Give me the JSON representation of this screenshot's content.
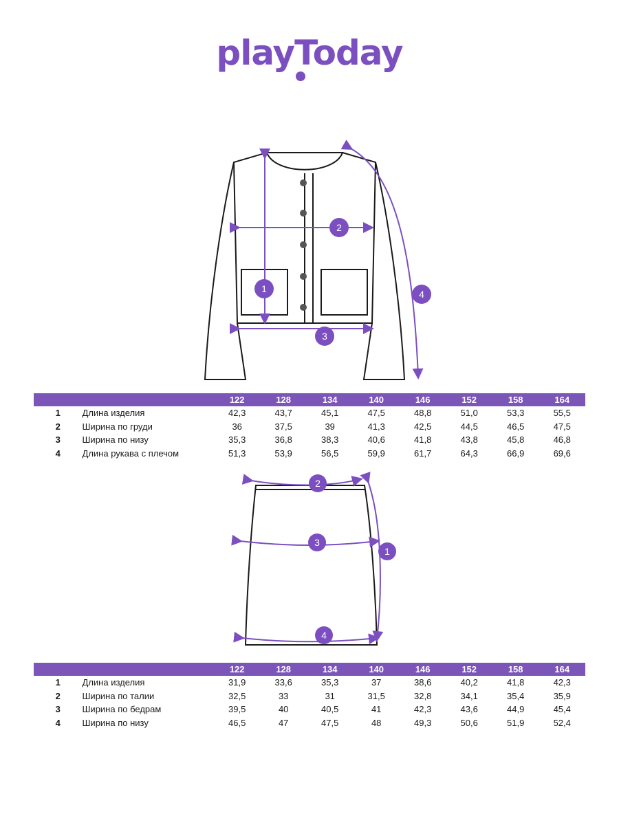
{
  "brand": {
    "logo_text": "playToday",
    "color": "#7b4fc0"
  },
  "tables": {
    "jacket": {
      "sizes": [
        "122",
        "128",
        "134",
        "140",
        "146",
        "152",
        "158",
        "164"
      ],
      "rows": [
        {
          "num": "1",
          "name": "Длина изделия",
          "values": [
            "42,3",
            "43,7",
            "45,1",
            "47,5",
            "48,8",
            "51,0",
            "53,3",
            "55,5"
          ]
        },
        {
          "num": "2",
          "name": "Ширина по груди",
          "values": [
            "36",
            "37,5",
            "39",
            "41,3",
            "42,5",
            "44,5",
            "46,5",
            "47,5"
          ]
        },
        {
          "num": "3",
          "name": "Ширина по низу",
          "values": [
            "35,3",
            "36,8",
            "38,3",
            "40,6",
            "41,8",
            "43,8",
            "45,8",
            "46,8"
          ]
        },
        {
          "num": "4",
          "name": "Длина рукава с плечом",
          "values": [
            "51,3",
            "53,9",
            "56,5",
            "59,9",
            "61,7",
            "64,3",
            "66,9",
            "69,6"
          ]
        }
      ]
    },
    "skirt": {
      "sizes": [
        "122",
        "128",
        "134",
        "140",
        "146",
        "152",
        "158",
        "164"
      ],
      "rows": [
        {
          "num": "1",
          "name": "Длина изделия",
          "values": [
            "31,9",
            "33,6",
            "35,3",
            "37",
            "38,6",
            "40,2",
            "41,8",
            "42,3"
          ]
        },
        {
          "num": "2",
          "name": "Ширина по талии",
          "values": [
            "32,5",
            "33",
            "31",
            "31,5",
            "32,8",
            "34,1",
            "35,4",
            "35,9"
          ]
        },
        {
          "num": "3",
          "name": "Ширина по бедрам",
          "values": [
            "39,5",
            "40",
            "40,5",
            "41",
            "42,3",
            "43,6",
            "44,9",
            "45,4"
          ]
        },
        {
          "num": "4",
          "name": "Ширина по низу",
          "values": [
            "46,5",
            "47",
            "47,5",
            "48",
            "49,3",
            "50,6",
            "51,9",
            "52,4"
          ]
        }
      ]
    }
  },
  "markers": {
    "jacket": [
      "1",
      "2",
      "3",
      "4"
    ],
    "skirt": [
      "1",
      "2",
      "3",
      "4"
    ]
  },
  "colors": {
    "accent": "#7b55b8",
    "marker": "#7b4fc0",
    "line": "#1a1a1a"
  }
}
